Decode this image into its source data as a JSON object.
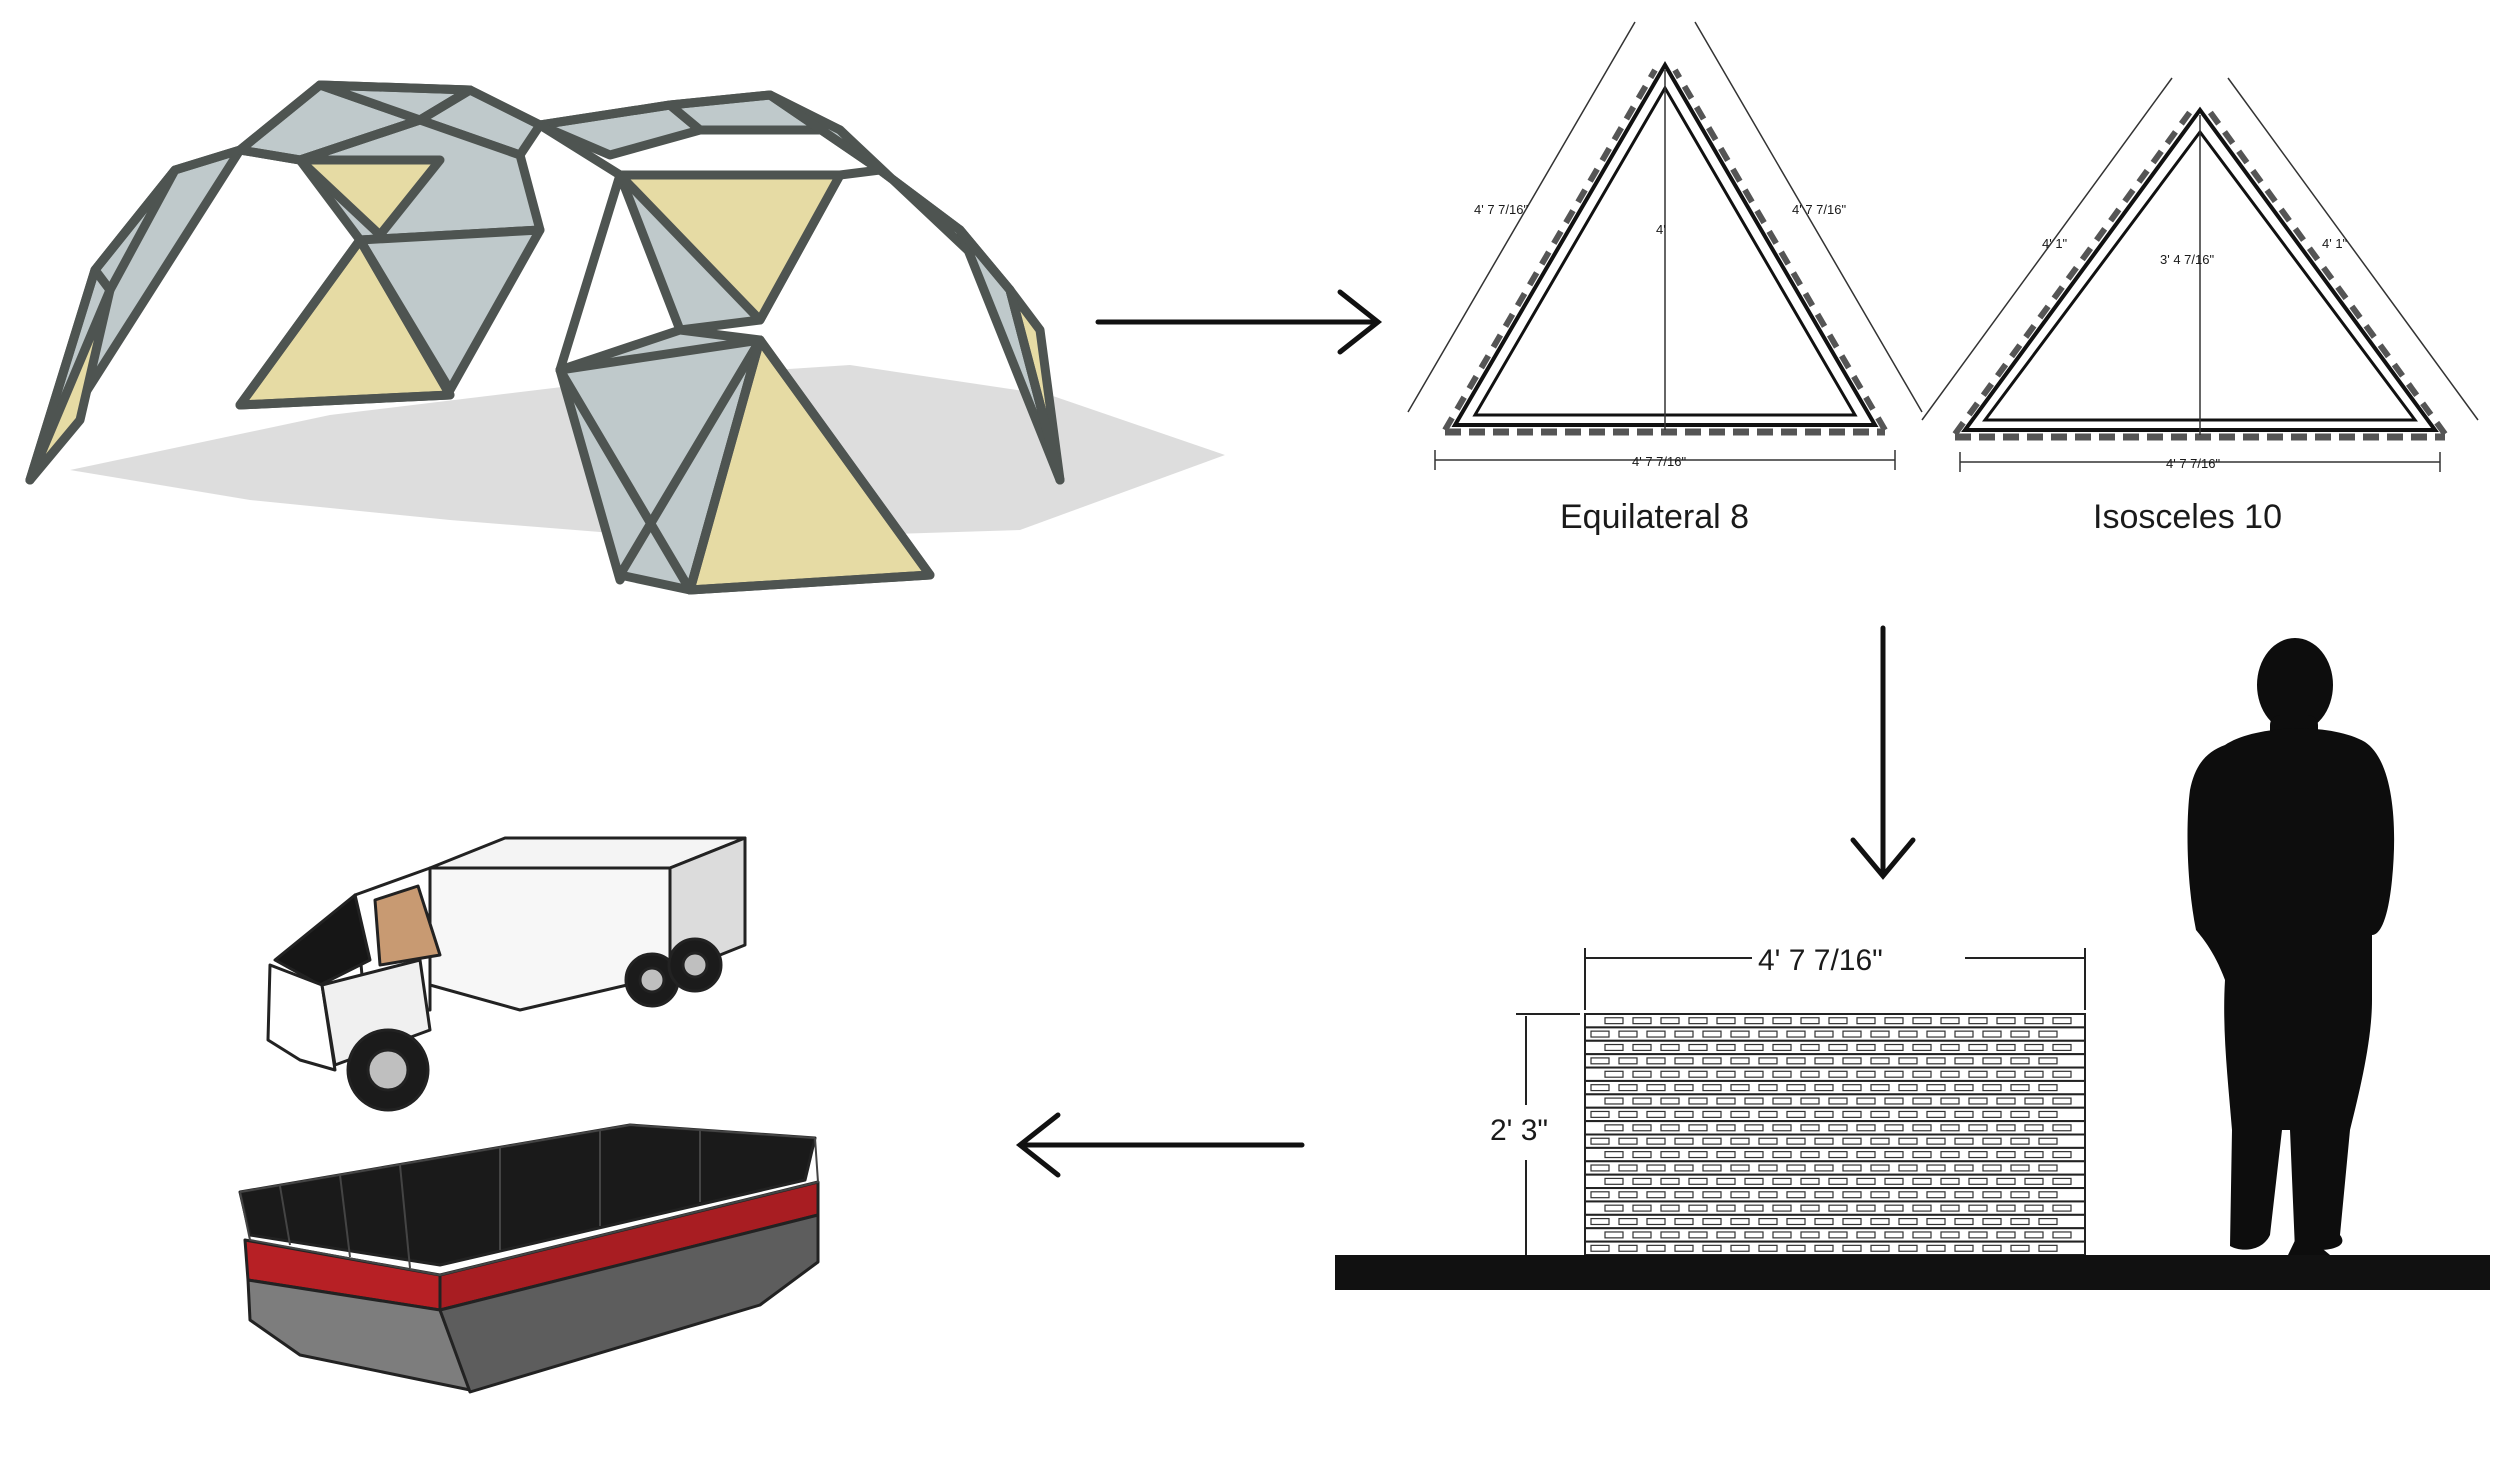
{
  "triangles": {
    "equilateral": {
      "name": "Equilateral 8",
      "side_left": "4' 7 7/16\"",
      "side_right": "4' 7 7/16\"",
      "height": "4'",
      "base": "4' 7 7/16\""
    },
    "isosceles": {
      "name": "Isosceles 10",
      "side_left": "4' 1\"",
      "side_right": "4' 1\"",
      "height": "3' 4 7/16\"",
      "base": "4' 7 7/16\""
    }
  },
  "stack": {
    "width": "4' 7 7/16\"",
    "height": "2' 3\""
  },
  "colors": {
    "line": "#111111",
    "frame": "#5a5f5c",
    "glass": "#b9c4c6",
    "panel": "#e8dca6",
    "shadow": "#c9c9c9",
    "accent_red": "#b72025"
  },
  "icons": [
    "dome-illustration",
    "arrow-right-icon",
    "arrow-down-icon",
    "arrow-left-icon",
    "person-silhouette-icon",
    "truck-illustration",
    "barge-illustration"
  ]
}
